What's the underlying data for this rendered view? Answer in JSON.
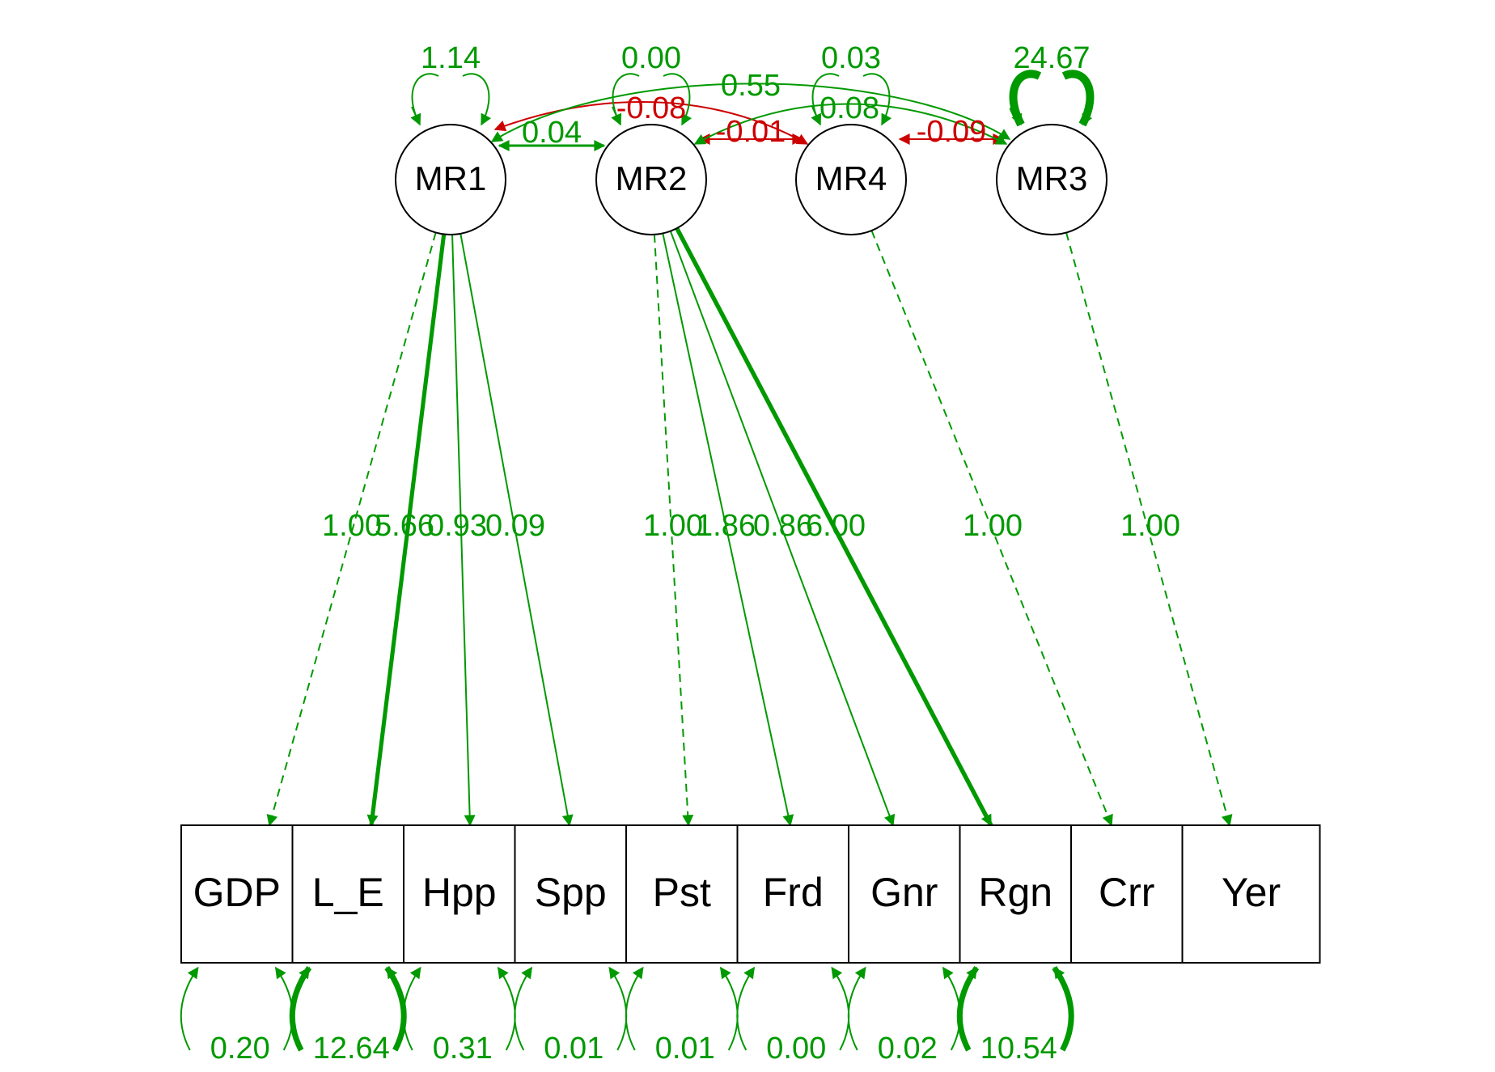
{
  "colors": {
    "positive": "#009900",
    "negative": "#cc0000",
    "node_stroke": "#000000",
    "background": "#ffffff"
  },
  "latent": [
    {
      "id": "MR1",
      "label": "MR1",
      "variance": "1.14"
    },
    {
      "id": "MR2",
      "label": "MR2",
      "variance": "0.00"
    },
    {
      "id": "MR4",
      "label": "MR4",
      "variance": "0.03"
    },
    {
      "id": "MR3",
      "label": "MR3",
      "variance": "24.67"
    }
  ],
  "observed": [
    {
      "id": "GDP",
      "label": "GDP",
      "residual": "0.20"
    },
    {
      "id": "L_E",
      "label": "L_E",
      "residual": "12.64"
    },
    {
      "id": "Hpp",
      "label": "Hpp",
      "residual": "0.31"
    },
    {
      "id": "Spp",
      "label": "Spp",
      "residual": "0.01"
    },
    {
      "id": "Pst",
      "label": "Pst",
      "residual": "0.01"
    },
    {
      "id": "Frd",
      "label": "Frd",
      "residual": "0.00"
    },
    {
      "id": "Gnr",
      "label": "Gnr",
      "residual": "0.02"
    },
    {
      "id": "Rgn",
      "label": "Rgn",
      "residual": "10.54"
    },
    {
      "id": "Crr",
      "label": "Crr",
      "residual": ""
    },
    {
      "id": "Yer",
      "label": "Yer",
      "residual": ""
    }
  ],
  "loadings": [
    {
      "from": "MR1",
      "to": "GDP",
      "value": "1.00",
      "fixed": true
    },
    {
      "from": "MR1",
      "to": "L_E",
      "value": "5.66",
      "fixed": false
    },
    {
      "from": "MR1",
      "to": "Hpp",
      "value": "0.93",
      "fixed": false
    },
    {
      "from": "MR1",
      "to": "Spp",
      "value": "0.09",
      "fixed": false
    },
    {
      "from": "MR2",
      "to": "Pst",
      "value": "1.00",
      "fixed": true
    },
    {
      "from": "MR2",
      "to": "Frd",
      "value": "1.86",
      "fixed": false
    },
    {
      "from": "MR2",
      "to": "Gnr",
      "value": "0.86",
      "fixed": false
    },
    {
      "from": "MR2",
      "to": "Rgn",
      "value": "6.00",
      "fixed": false
    },
    {
      "from": "MR4",
      "to": "Crr",
      "value": "1.00",
      "fixed": true
    },
    {
      "from": "MR3",
      "to": "Yer",
      "value": "1.00",
      "fixed": true
    }
  ],
  "covariances": [
    {
      "a": "MR1",
      "b": "MR2",
      "value": "0.04",
      "sign": "positive"
    },
    {
      "a": "MR2",
      "b": "MR4",
      "value": "-0.01",
      "sign": "negative"
    },
    {
      "a": "MR4",
      "b": "MR3",
      "value": "-0.09",
      "sign": "negative"
    },
    {
      "a": "MR1",
      "b": "MR4",
      "value": "-0.08",
      "sign": "negative"
    },
    {
      "a": "MR2",
      "b": "MR3",
      "value": "0.08",
      "sign": "positive"
    },
    {
      "a": "MR1",
      "b": "MR3",
      "value": "0.55",
      "sign": "positive"
    }
  ]
}
